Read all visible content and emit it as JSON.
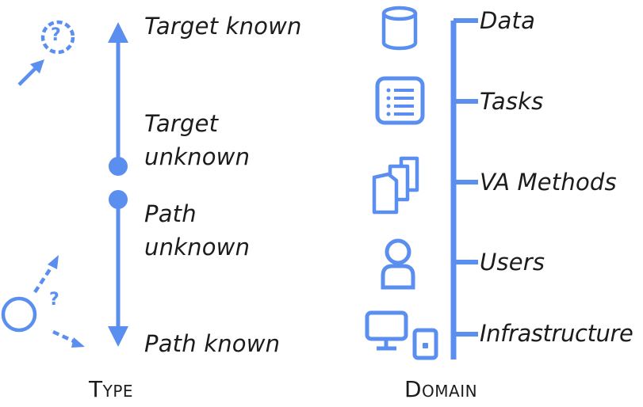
{
  "accent_color": "#5a8fef",
  "type_axis": {
    "caption": "Type",
    "labels": {
      "target_known": "Target known",
      "target_unknown_1": "Target",
      "target_unknown_2": "unknown",
      "path_unknown_1": "Path",
      "path_unknown_2": "unknown",
      "path_known": "Path known"
    },
    "question_mark": "?"
  },
  "domain_axis": {
    "caption": "Domain",
    "items": [
      {
        "label": "Data",
        "icon": "database-icon"
      },
      {
        "label": "Tasks",
        "icon": "list-icon"
      },
      {
        "label": "VA Methods",
        "icon": "documents-icon"
      },
      {
        "label": "Users",
        "icon": "user-icon"
      },
      {
        "label": "Infrastructure",
        "icon": "devices-icon"
      }
    ]
  }
}
